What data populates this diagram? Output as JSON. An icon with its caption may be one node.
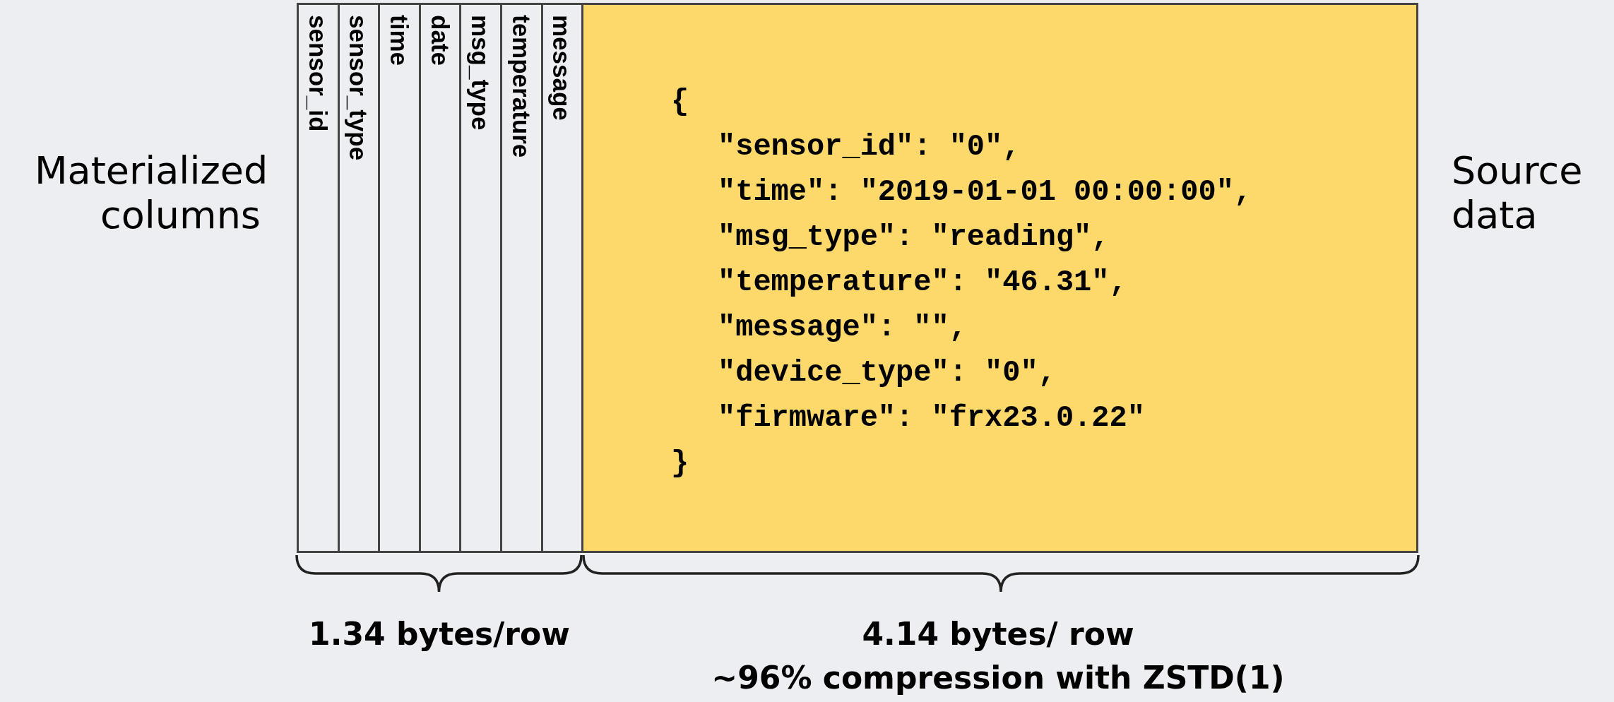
{
  "diagram": {
    "nodes": [
      {
        "text": [
          "sensor_id"
        ]
      },
      {
        "text": [
          "sensor_type"
        ]
      },
      {
        "text": [
          "time"
        ]
      },
      {
        "text": [
          "date"
        ]
      },
      {
        "text": [
          "msg_type"
        ]
      },
      {
        "text": [
          "temperature"
        ]
      },
      {
        "text": [
          "message"
        ]
      },
      {
        "text": [
          "{",
          "\"sensor_id\": \"0\",",
          "\"time\": \"2019-01-01 00:00:00\",",
          "\"msg_type\": \"reading\",",
          "\"temperature\": \"46.31\",",
          "\"message\": \"\",",
          "\"device_type\": \"0\",",
          "\"firmware\": \"frx23.0.22\"",
          "}"
        ]
      }
    ],
    "edges": [],
    "labels": [
      "Materialized columns",
      "Source data",
      "1.34 bytes/row",
      "4.14 bytes/ row",
      "~96% compression with ZSTD(1)"
    ]
  }
}
